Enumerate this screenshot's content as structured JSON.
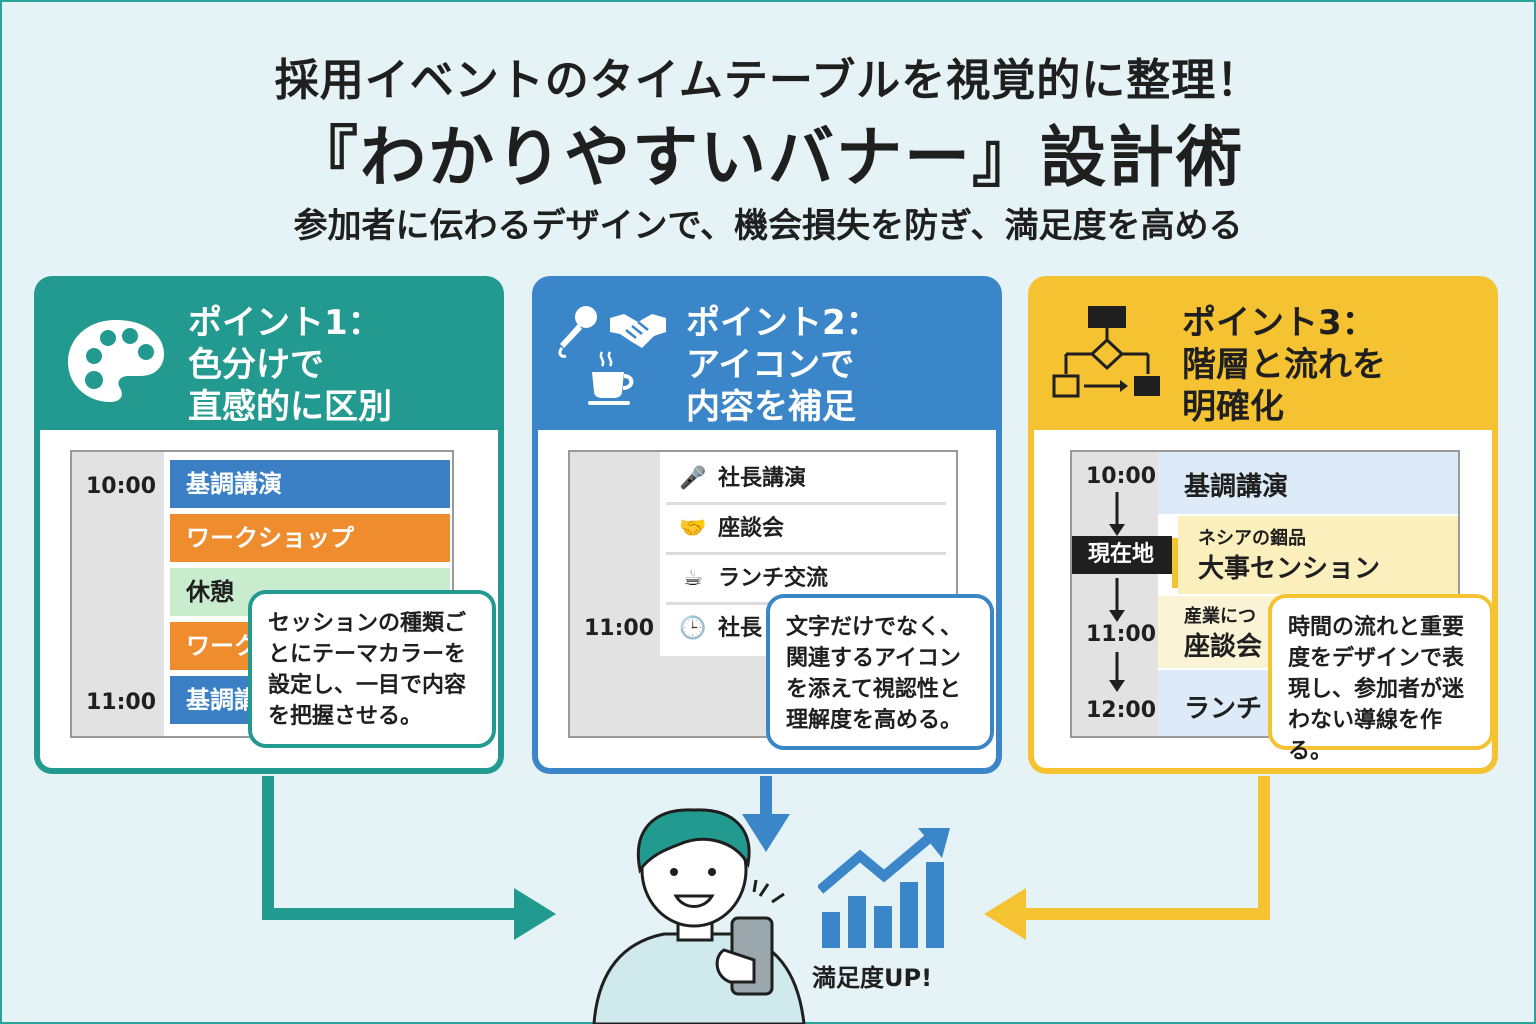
{
  "header": {
    "line1": "採用イベントのタイムテーブルを視覚的に整理！",
    "line2": "『わかりやすいバナー』設計術",
    "line3": "参加者に伝わるデザインで、機会損失を防ぎ、満足度を高める"
  },
  "colors": {
    "teal": "#239a8f",
    "blue": "#3b86c9",
    "yellow": "#f5c232",
    "orange": "#ef8c2e"
  },
  "point1": {
    "heading_l1": "ポイント1：",
    "heading_l2": "色分けで",
    "heading_l3": "直感的に区別",
    "icon": "palette-icon",
    "times": [
      "10:00",
      "11:00"
    ],
    "sessions": [
      "基調講演",
      "ワークショップ",
      "休憩",
      "ワーク",
      "基調講"
    ],
    "note": [
      "セッションの種類ご",
      "とにテーマカラーを",
      "設定し、一目で内容",
      "を把握させる。"
    ]
  },
  "point2": {
    "heading_l1": "ポイント2：",
    "heading_l2": "アイコンで",
    "heading_l3": "内容を補足",
    "icons": [
      "microphone-icon",
      "handshake-icon",
      "coffee-icon"
    ],
    "time": "11:00",
    "rows": [
      "社長講演",
      "座談会",
      "ランチ交流",
      "社長"
    ],
    "note": [
      "文字だけでなく、",
      "関連するアイコン",
      "を添えて視認性と",
      "理解度を高める。"
    ]
  },
  "point3": {
    "heading_l1": "ポイント3：",
    "heading_l2": "階層と流れを",
    "heading_l3": "明確化",
    "icon": "flowchart-icon",
    "times": [
      "10:00",
      "11:00",
      "12:00"
    ],
    "current_label": "現在地",
    "sessions": {
      "s1": "基調講演",
      "s2_sub": "ネシアの錮品",
      "s2": "大事センション",
      "s3_sub": "産業につ",
      "s3": "座談会",
      "s4": "ランチ"
    },
    "note": [
      "時間の流れと重要",
      "度をデザインで表",
      "現し、参加者が迷",
      "わない導線を作る。"
    ]
  },
  "result": {
    "label": "満足度UP!"
  }
}
